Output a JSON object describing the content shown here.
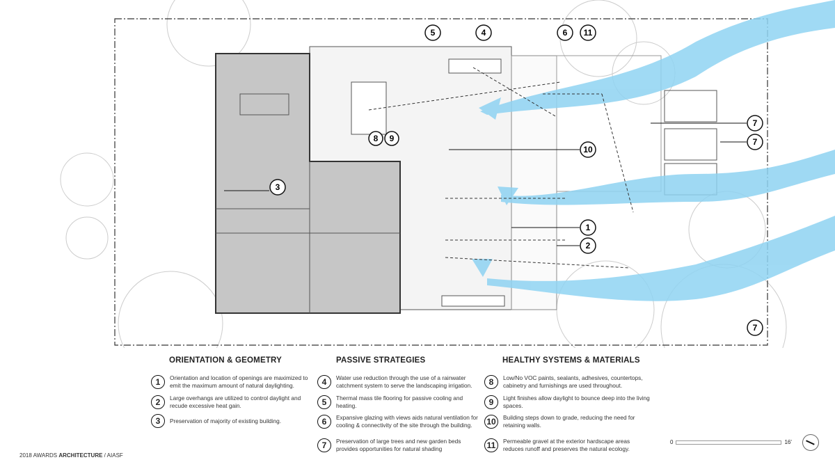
{
  "plan": {
    "callouts": [
      "5",
      "4",
      "6",
      "11",
      "7",
      "7",
      "10",
      "1",
      "2",
      "7",
      "3",
      "8",
      "9"
    ],
    "wind_color": "#8fd3f2",
    "building_color": "#c6c6c6"
  },
  "legend": {
    "sections": [
      {
        "title": "ORIENTATION & GEOMETRY",
        "items": [
          {
            "n": "1",
            "text": "Orientation and location of openings are maximized to emit the maximum amount of natural daylighting."
          },
          {
            "n": "2",
            "text": "Large overhangs are utilized to control daylight and recude excessive heat gain."
          },
          {
            "n": "3",
            "text": "Preservation of majority of existing building."
          }
        ]
      },
      {
        "title": "PASSIVE STRATEGIES",
        "items": [
          {
            "n": "4",
            "text": "Water use reduction through the use of a rainwater catchment system to serve the landscaping irrigation."
          },
          {
            "n": "5",
            "text": "Thermal mass tile flooring for passive cooling and heating."
          },
          {
            "n": "6",
            "text": "Expansive glazing with views aids natural ventilation for cooling & connectivity of the site through the building."
          },
          {
            "n": "7",
            "text": "Preservation of large trees and new garden beds provides opportunities for natural shading"
          }
        ]
      },
      {
        "title": "HEALTHY SYSTEMS & MATERIALS",
        "items": [
          {
            "n": "8",
            "text": "Low/No VOC paints, sealants, adhesives, countertops, cabinetry and furnishings are used throughout."
          },
          {
            "n": "9",
            "text": "Light finishes allow daylight to bounce deep into the living spaces."
          },
          {
            "n": "10",
            "text": "Building steps down to grade, reducing the need for retaining walls."
          },
          {
            "n": "11",
            "text": "Permeable gravel at the exterior hardscape areas reduces runoff and preserves the natural ecology."
          }
        ]
      }
    ]
  },
  "scale": {
    "start": "0",
    "end": "16'"
  },
  "footer": {
    "prefix": "2018 AWARDS ",
    "bold": "ARCHITECTURE",
    "suffix": " / AIA",
    "end": "SF"
  }
}
